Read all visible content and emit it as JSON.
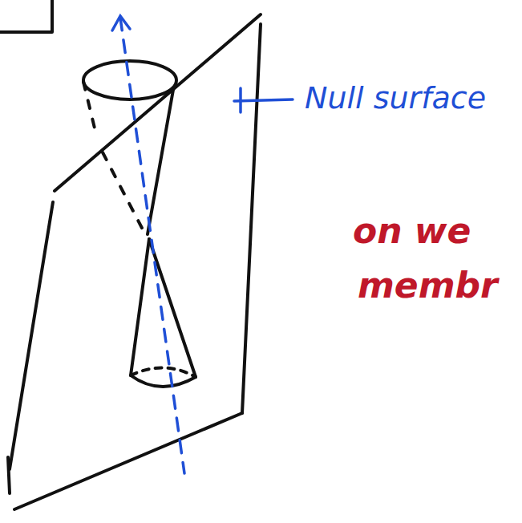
{
  "diagram": {
    "labels": [
      "Null surface",
      "on we",
      "membr"
    ]
  }
}
